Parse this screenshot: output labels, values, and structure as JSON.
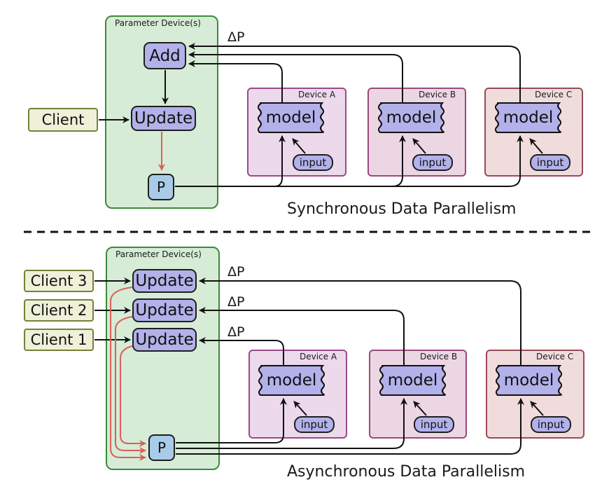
{
  "sync": {
    "param_label": "Parameter Device(s)",
    "add_label": "Add",
    "update_label": "Update",
    "p_label": "P",
    "client_label": "Client",
    "delta_label": "ΔP",
    "title": "Synchronous Data Parallelism",
    "devices": [
      {
        "label": "Device A",
        "model": "model",
        "input": "input"
      },
      {
        "label": "Device B",
        "model": "model",
        "input": "input"
      },
      {
        "label": "Device C",
        "model": "model",
        "input": "input"
      }
    ]
  },
  "async": {
    "param_label": "Parameter Device(s)",
    "updates": [
      "Update",
      "Update",
      "Update"
    ],
    "clients": [
      "Client 3",
      "Client 2",
      "Client 1"
    ],
    "deltas": [
      "ΔP",
      "ΔP",
      "ΔP"
    ],
    "p_label": "P",
    "title": "Asynchronous Data Parallelism",
    "devices": [
      {
        "label": "Device A",
        "model": "model",
        "input": "input"
      },
      {
        "label": "Device B",
        "model": "model",
        "input": "input"
      },
      {
        "label": "Device C",
        "model": "model",
        "input": "input"
      }
    ]
  },
  "colors": {
    "accent_red": "#d9605a",
    "line": "#111111"
  }
}
